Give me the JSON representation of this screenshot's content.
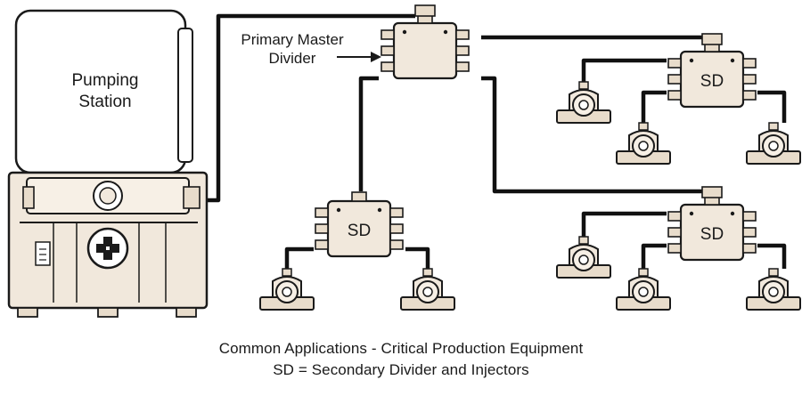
{
  "labels": {
    "pumping_station": [
      "Pumping",
      "Station"
    ],
    "primary_master": [
      "Primary Master",
      "Divider"
    ],
    "secondary_divider": "SD"
  },
  "caption": {
    "line1": "Common Applications - Critical Production Equipment",
    "line2": "SD = Secondary Divider and Injectors"
  },
  "colors": {
    "housing": "#f1e8dc",
    "outline": "#1a1a1a",
    "pipe": "#111111",
    "background": "#ffffff"
  }
}
